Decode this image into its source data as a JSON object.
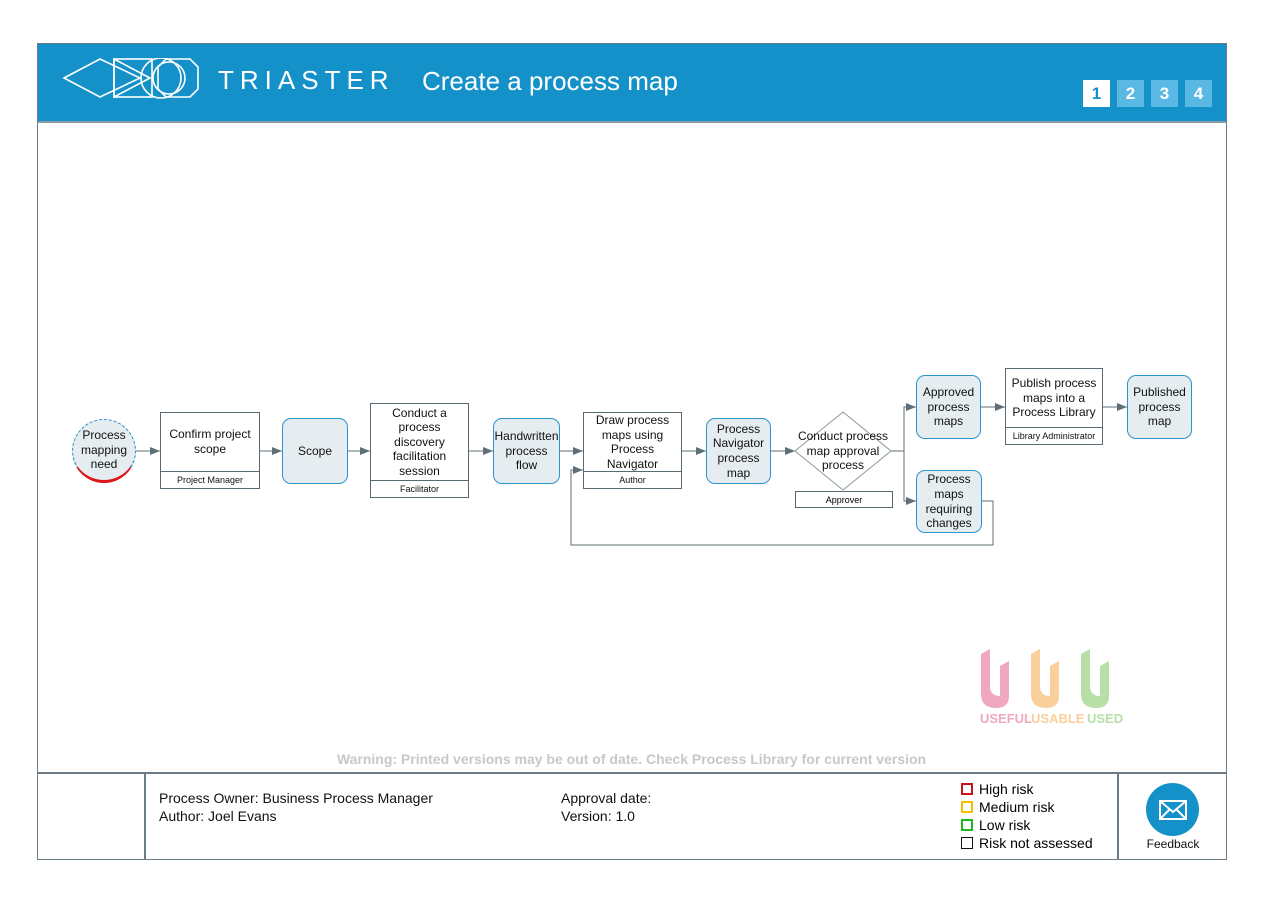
{
  "header": {
    "brand": "TRIASTER",
    "title": "Create a process map",
    "pages": [
      "1",
      "2",
      "3",
      "4"
    ],
    "active_page": "1",
    "color": "#1591c9"
  },
  "diagram": {
    "start": "Process mapping need",
    "confirm_scope": {
      "label": "Confirm project scope",
      "role": "Project Manager"
    },
    "scope": "Scope",
    "discovery": {
      "label": "Conduct a process discovery facilitation session",
      "role": "Facilitator"
    },
    "handwritten": "Handwritten process flow",
    "draw": {
      "label": "Draw process maps using Process Navigator",
      "role": "Author"
    },
    "pn_map": "Process Navigator process map",
    "approval": {
      "label": "Conduct process map approval process",
      "role": "Approver"
    },
    "approved": "Approved process maps",
    "changes": "Process maps requiring changes",
    "publish": {
      "label": "Publish process maps into a Process Library",
      "role": "Library Administrator"
    },
    "published": "Published process map"
  },
  "badges": {
    "useful": "USEFUL",
    "usable": "USABLE",
    "used": "USED"
  },
  "warning": "Warning: Printed versions may be out of date. Check Process Library for current version",
  "footer": {
    "owner": "Process Owner: Business Process Manager",
    "author": "Author: Joel Evans",
    "approval_date": "Approval date:",
    "version": "Version: 1.0",
    "legend": [
      {
        "label": "High risk",
        "color": "#c8141c"
      },
      {
        "label": "Medium risk",
        "color": "#f5c000"
      },
      {
        "label": "Low risk",
        "color": "#1fb81f"
      },
      {
        "label": "Risk not assessed",
        "color": "#111111"
      }
    ],
    "feedback": "Feedback"
  }
}
